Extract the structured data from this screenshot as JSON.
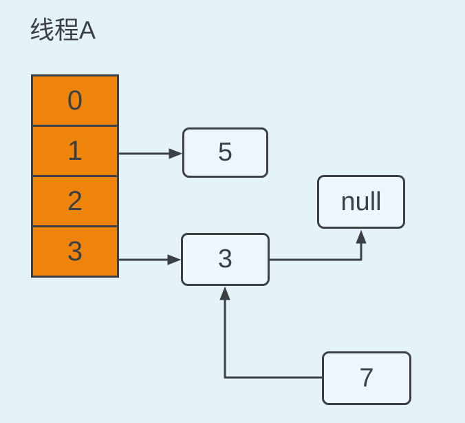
{
  "title": "线程A",
  "array": {
    "description": "bucket-array",
    "cells": [
      {
        "label": "0"
      },
      {
        "label": "1"
      },
      {
        "label": "2"
      },
      {
        "label": "3"
      }
    ]
  },
  "nodes": [
    {
      "id": "node-5",
      "label": "5"
    },
    {
      "id": "node-null",
      "label": "null"
    },
    {
      "id": "node-3",
      "label": "3"
    },
    {
      "id": "node-7",
      "label": "7"
    }
  ],
  "edges": [
    {
      "from": "cell-1",
      "to": "node-5"
    },
    {
      "from": "cell-3",
      "to": "node-3"
    },
    {
      "from": "node-3",
      "to": "node-null"
    },
    {
      "from": "node-7",
      "to": "node-3"
    }
  ],
  "colors": {
    "background": "#e5f2f8",
    "cell-fill": "#ee850a",
    "node-fill": "#ecf6fb",
    "stroke": "#3b4045",
    "text": "#3b4045"
  }
}
